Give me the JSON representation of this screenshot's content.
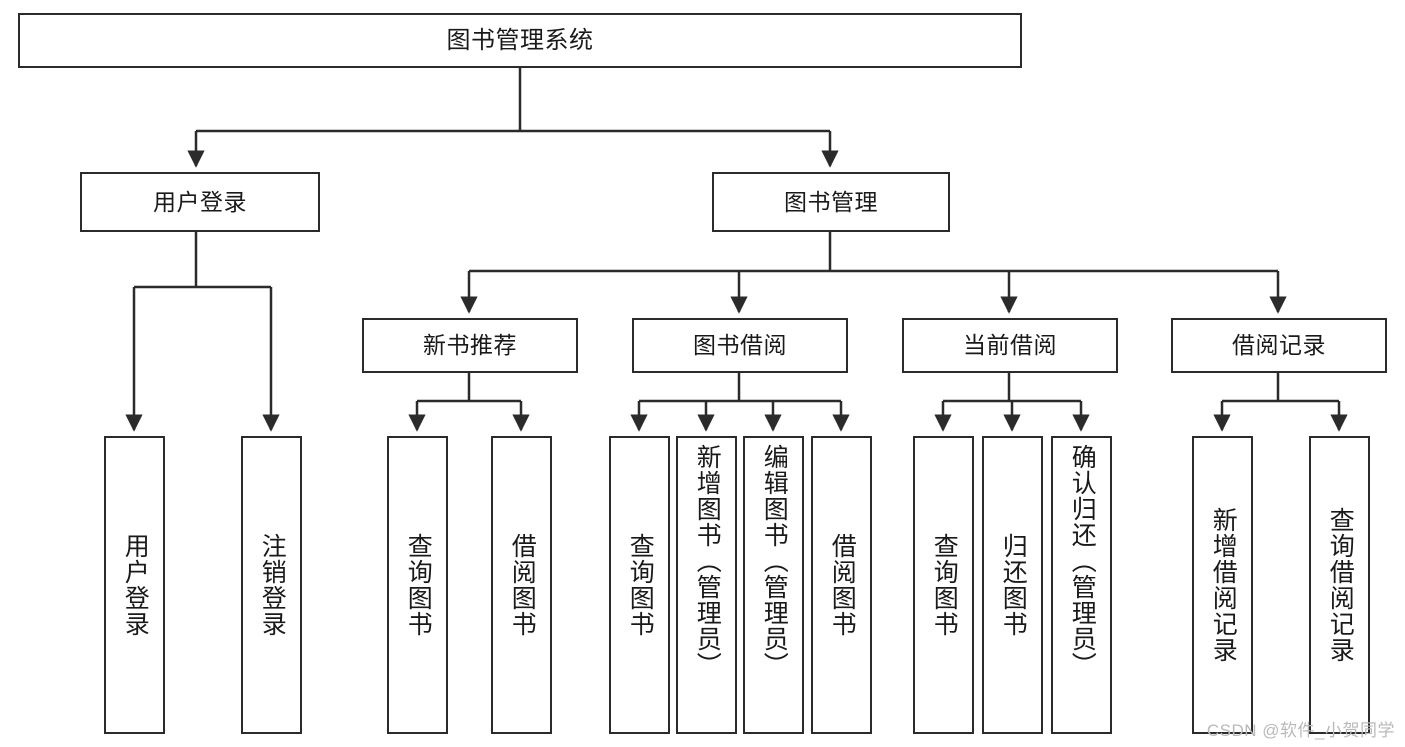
{
  "diagram": {
    "title": "图书管理系统",
    "type": "hierarchy-tree",
    "watermark": "CSDN @软件_小贺同学",
    "colors": {
      "stroke": "#2b2b2b",
      "fill": "#ffffff",
      "text": "#1a1a1a",
      "watermark": "#b9b9b9"
    },
    "nodes": {
      "root": {
        "label": "图书管理系统"
      },
      "level2": [
        {
          "id": "user-login",
          "label": "用户登录"
        },
        {
          "id": "book-management",
          "label": "图书管理"
        }
      ],
      "level3": [
        {
          "id": "new-book-recommend",
          "label": "新书推荐"
        },
        {
          "id": "book-borrow",
          "label": "图书借阅"
        },
        {
          "id": "current-borrow",
          "label": "当前借阅"
        },
        {
          "id": "borrow-record",
          "label": "借阅记录"
        }
      ],
      "leaves": {
        "user-login": [
          {
            "id": "leaf-user-login",
            "label": "用户登录"
          },
          {
            "id": "leaf-logout-login",
            "label": "注销登录"
          }
        ],
        "new-book-recommend": [
          {
            "id": "leaf-query-book-1",
            "label": "查询图书"
          },
          {
            "id": "leaf-borrow-book-1",
            "label": "借阅图书"
          }
        ],
        "book-borrow": [
          {
            "id": "leaf-query-book-2",
            "label": "查询图书"
          },
          {
            "id": "leaf-add-book",
            "label": "新增图书（管理员）"
          },
          {
            "id": "leaf-edit-book",
            "label": "编辑图书（管理员）"
          },
          {
            "id": "leaf-borrow-book-2",
            "label": "借阅图书"
          }
        ],
        "current-borrow": [
          {
            "id": "leaf-query-book-3",
            "label": "查询图书"
          },
          {
            "id": "leaf-return-book",
            "label": "归还图书"
          },
          {
            "id": "leaf-confirm-return",
            "label": "确认归还（管理员）"
          }
        ],
        "borrow-record": [
          {
            "id": "leaf-add-record",
            "label": "新增借阅记录"
          },
          {
            "id": "leaf-query-record",
            "label": "查询借阅记录"
          }
        ]
      }
    }
  }
}
